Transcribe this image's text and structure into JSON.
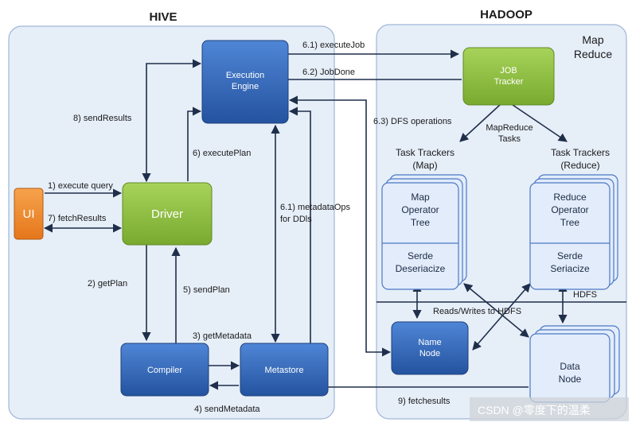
{
  "titles": {
    "hive": "HIVE",
    "hadoop": "HADOOP",
    "map_reduce_line1": "Map",
    "map_reduce_line2": "Reduce",
    "hdfs": "HDFS"
  },
  "components": {
    "ui": "UI",
    "driver": "Driver",
    "execution_engine_line1": "Execution",
    "execution_engine_line2": "Engine",
    "compiler": "Compiler",
    "metastore": "Metastore",
    "job_tracker_line1": "JOB",
    "job_tracker_line2": "Tracker",
    "name_node_line1": "Name",
    "name_node_line2": "Node",
    "data_node_line1": "Data",
    "data_node_line2": "Node"
  },
  "trackers": {
    "map_title_line1": "Task Trackers",
    "map_title_line2": "(Map)",
    "reduce_title_line1": "Task Trackers",
    "reduce_title_line2": "(Reduce)",
    "map_tree_line1": "Map",
    "map_tree_line2": "Operator",
    "map_tree_line3": "Tree",
    "map_serde_line1": "Serde",
    "map_serde_line2": "Deseriacize",
    "reduce_tree_line1": "Reduce",
    "reduce_tree_line2": "Operator",
    "reduce_tree_line3": "Tree",
    "reduce_serde_line1": "Serde",
    "reduce_serde_line2": "Seriacize"
  },
  "edges": {
    "execute_query": "1) execute query",
    "get_plan": "2) getPlan",
    "get_metadata": "3) getMetadata",
    "send_metadata": "4) sendMetadata",
    "send_plan": "5) sendPlan",
    "execute_plan": "6) executePlan",
    "execute_job": "6.1) executeJob",
    "job_done": "6.2) JobDone",
    "dfs_operations": "6.3) DFS operations",
    "metadata_ops_line1": "6.1)  metadataOps",
    "metadata_ops_line2": "for DDls",
    "fetch_results": "7) fetchResults",
    "send_results": "8) sendResults",
    "fetch_results_9": "9) fetchesults",
    "mapreduce_tasks_line1": "MapReduce",
    "mapreduce_tasks_line2": "Tasks",
    "reads_writes": "Reads/Writes to HDFS"
  },
  "watermark": "CSDN @零度下的温柔",
  "colors": {
    "panel_fill": "#e6eef8",
    "panel_stroke": "#9fb6d6",
    "blue_box": "#2f63b4",
    "green_box": "#8cbf3f",
    "orange_box": "#f0892a",
    "stack_fill": "#e3ecfb",
    "stack_stroke": "#4a79c4",
    "arrow": "#1f2f4a"
  }
}
